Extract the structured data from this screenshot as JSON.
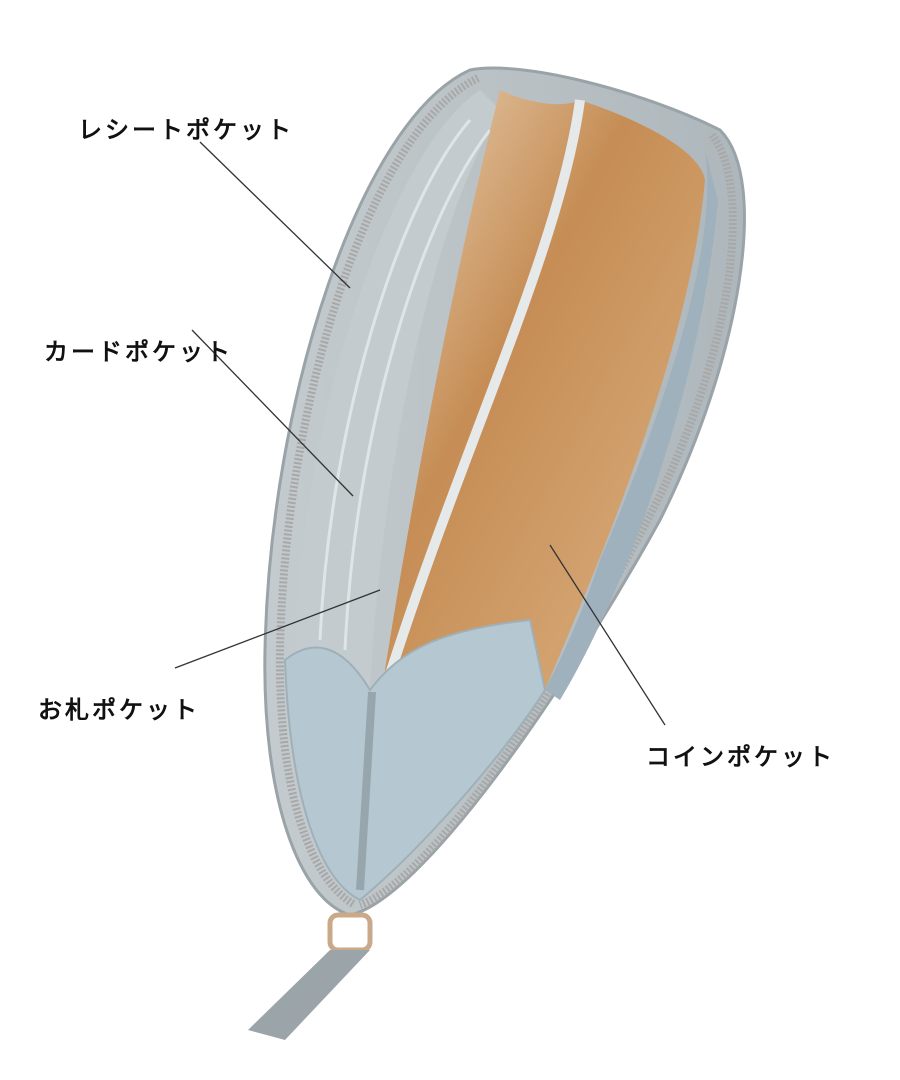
{
  "labels": {
    "receipt_pocket": "レシートポケット",
    "card_pocket": "カードポケット",
    "bill_pocket": "お札ポケット",
    "coin_pocket": "コインポケット"
  },
  "colors": {
    "leather_gray": "#b9c2c6",
    "lining_gray": "#c9d2d5",
    "coin_tan": "#d6a56e",
    "zipper": "#a8a8a8",
    "leader_line": "#333333"
  }
}
